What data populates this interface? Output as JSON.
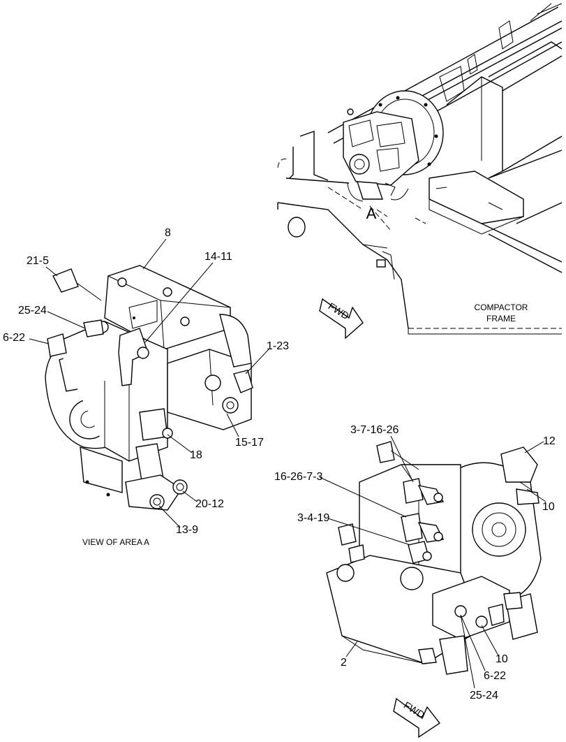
{
  "labels": {
    "area_marker": "A",
    "compactor_frame_line1": "COMPACTOR",
    "compactor_frame_line2": "FRAME",
    "view_caption": "VIEW OF AREA A",
    "fwd_top": "FWD",
    "fwd_bottom": "FWD"
  },
  "callouts_view_a": {
    "c8": "8",
    "c21_5": "21-5",
    "c14_11": "14-11",
    "c25_24": "25-24",
    "c6_22": "6-22",
    "c1_23": "1-23",
    "c15_17": "15-17",
    "c18": "18",
    "c20_12": "20-12",
    "c13_9": "13-9"
  },
  "callouts_lower": {
    "c3_7_16_26": "3-7-16-26",
    "c12": "12",
    "c16_26_7_3": "16-26-7-3",
    "c10_upper": "10",
    "c3_4_19": "3-4-19",
    "c2": "2",
    "c10_lower": "10",
    "c6_22": "6-22",
    "c25_24": "25-24"
  }
}
